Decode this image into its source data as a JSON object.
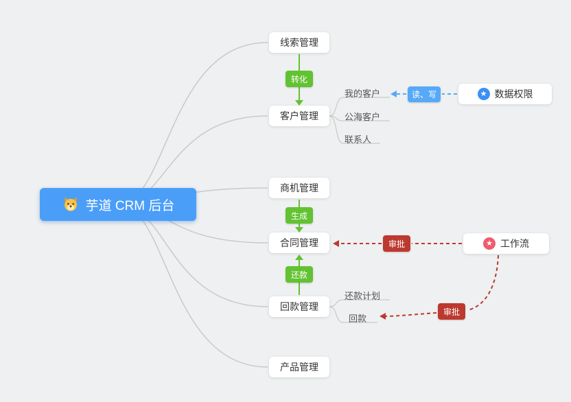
{
  "root": {
    "label": "芋道 CRM 后台",
    "icon": "shiba-dog"
  },
  "nodes": {
    "leads": "线索管理",
    "customers": "客户管理",
    "business": "商机管理",
    "contracts": "合同管理",
    "receivables": "回款管理",
    "products": "产品管理",
    "data_permission": "数据权限",
    "workflow": "工作流"
  },
  "sub_items": {
    "my_customers": "我的客户",
    "public_customers": "公海客户",
    "contacts": "联系人",
    "repayment_plan": "还款计划",
    "repayment": "回款"
  },
  "badges": {
    "convert": "转化",
    "generate": "生成",
    "repay": "还款",
    "read_write": "读、写",
    "approve_contract": "审批",
    "approve_receivable": "审批"
  },
  "colors": {
    "root_bg": "#4b9ef8",
    "green_badge": "#62c232",
    "red_badge": "#bd392f",
    "blue_badge": "#57a9f8",
    "data_permission_icon": "#3e8ef7",
    "workflow_icon": "#ee5d6c",
    "wire_gray": "#c9c9c9",
    "background": "#eef0f1"
  }
}
